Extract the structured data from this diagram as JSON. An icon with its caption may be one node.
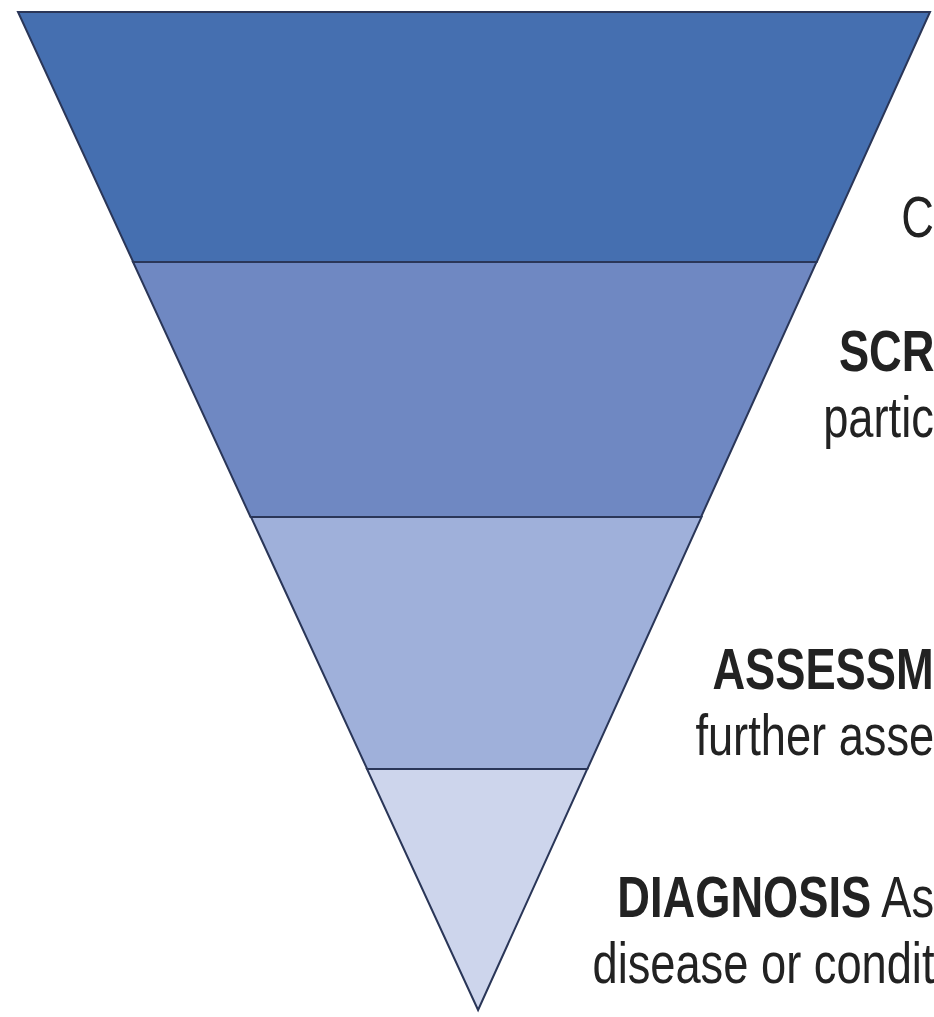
{
  "diagram": {
    "nodes": [
      {
        "text": [],
        "shape": "band",
        "beside": [
          "C"
        ]
      },
      {
        "text": [],
        "shape": "band",
        "beside": [
          "SCR",
          "partic"
        ]
      },
      {
        "text": [],
        "shape": "band",
        "beside": [
          "ASSESSM",
          "further asse"
        ]
      },
      {
        "text": [],
        "shape": "band",
        "beside": [
          "**DIAGNOSIS** As",
          "disease or condit"
        ]
      }
    ]
  }
}
